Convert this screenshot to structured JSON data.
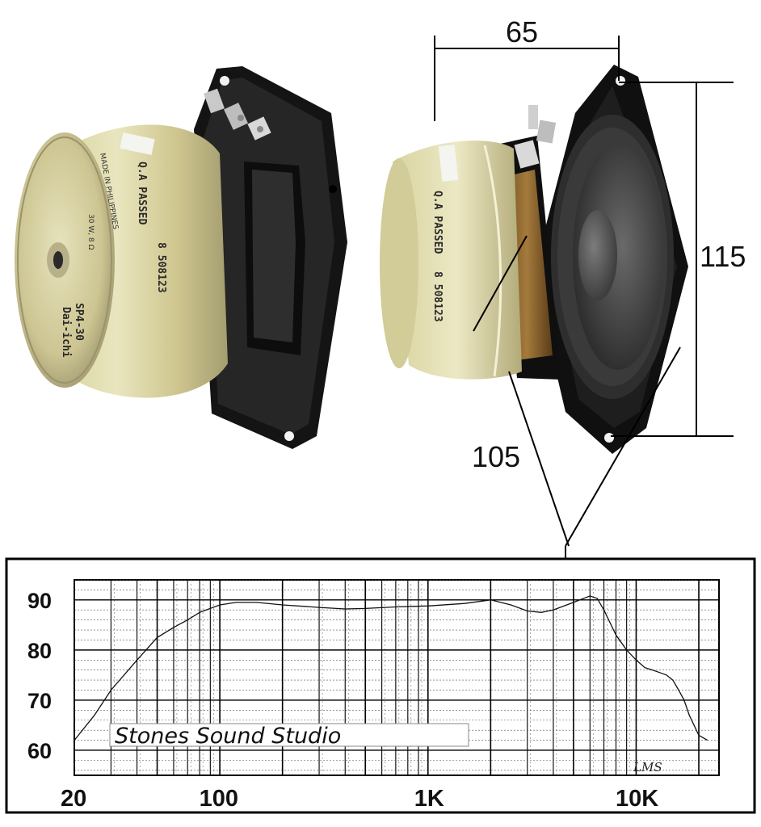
{
  "dimensions": {
    "depth": "65",
    "height": "115",
    "diameter": "105"
  },
  "speaker_left": {
    "brand": "Dai-ichi",
    "model": "SP4-30",
    "spec": "30 W, 8 Ω",
    "origin": "MADE IN PHILIPPINES",
    "qc": "Q.A PASSED",
    "serial": "8 508123"
  },
  "speaker_right": {
    "qc": "Q.A PASSED",
    "serial": "8 508123"
  },
  "colors": {
    "magnet_light": "#e3e0b4",
    "magnet_mid": "#c9c28a",
    "magnet_dark": "#8f8a66",
    "frame": "#1a1a1a",
    "cone": "#4a4a4a"
  },
  "chart_data": {
    "type": "line",
    "xscale": "log",
    "xlim": [
      20,
      25000
    ],
    "ylim": [
      55,
      94
    ],
    "x_tick_labels": [
      "20",
      "100",
      "1K",
      "10K"
    ],
    "x_ticks": [
      20,
      100,
      1000,
      10000
    ],
    "y_tick_labels": [
      "90",
      "80",
      "70",
      "60"
    ],
    "y_ticks": [
      90,
      80,
      70,
      60
    ],
    "grid": true,
    "watermark": "Stones Sound Studio",
    "logo": "LMS",
    "series": [
      {
        "x": [
          20,
          25,
          30,
          40,
          50,
          60,
          70,
          80,
          100,
          120,
          150,
          200,
          300,
          400,
          500,
          700,
          1000,
          1500,
          2000,
          2500,
          3000,
          3500,
          4000,
          5000,
          6000,
          6500,
          7000,
          8000,
          9000,
          10000,
          11000,
          12000,
          13000,
          14000,
          15000,
          16000,
          17000,
          18000,
          20000,
          22000
        ],
        "y": [
          62,
          67,
          72,
          78,
          82.5,
          84.5,
          86,
          87.5,
          89,
          89.5,
          89.5,
          89,
          88.5,
          88.2,
          88.3,
          88.6,
          88.8,
          89.3,
          90,
          89,
          87.8,
          87.5,
          88,
          89.5,
          90.8,
          90.3,
          88,
          83,
          80,
          78,
          76.5,
          76,
          75.5,
          75,
          74,
          72,
          70,
          67,
          63,
          62
        ]
      }
    ]
  }
}
